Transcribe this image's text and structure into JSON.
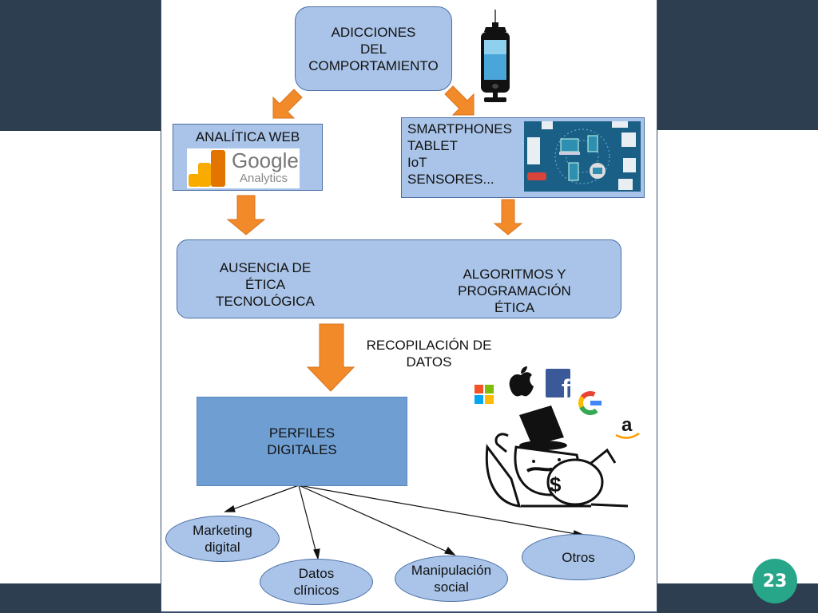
{
  "slide": {
    "page_number": "23",
    "colors": {
      "band": "#2d3e50",
      "box_fill": "#a9c4e8",
      "box_dark_fill": "#6f9fd2",
      "arrow": "#f28a2a",
      "badge": "#27a68a"
    }
  },
  "diagram": {
    "root": "ADICCIONES\nDEL\nCOMPORTAMIENTO",
    "left_source": {
      "title": "ANALÍTICA WEB",
      "logo_word": "Google",
      "logo_sub": "Analytics"
    },
    "right_source": {
      "lines": [
        "SMARTPHONES",
        "TABLET",
        "IoT",
        "SENSORES..."
      ]
    },
    "middle": {
      "left": "AUSENCIA DE\nÉTICA\nTECNOLÓGICA",
      "right": "ALGORITMOS Y\nPROGRAMACIÓN\nÉTICA"
    },
    "collection_label": "RECOPILACIÓN DE\nDATOS",
    "profiles": "PERFILES\nDIGITALES",
    "outputs": [
      "Marketing\ndigital",
      "Datos\nclínicos",
      "Manipulación\nsocial",
      "Otros"
    ],
    "brands": [
      "microsoft-logo",
      "apple-logo",
      "facebook-logo",
      "google-logo",
      "amazon-logo"
    ]
  }
}
